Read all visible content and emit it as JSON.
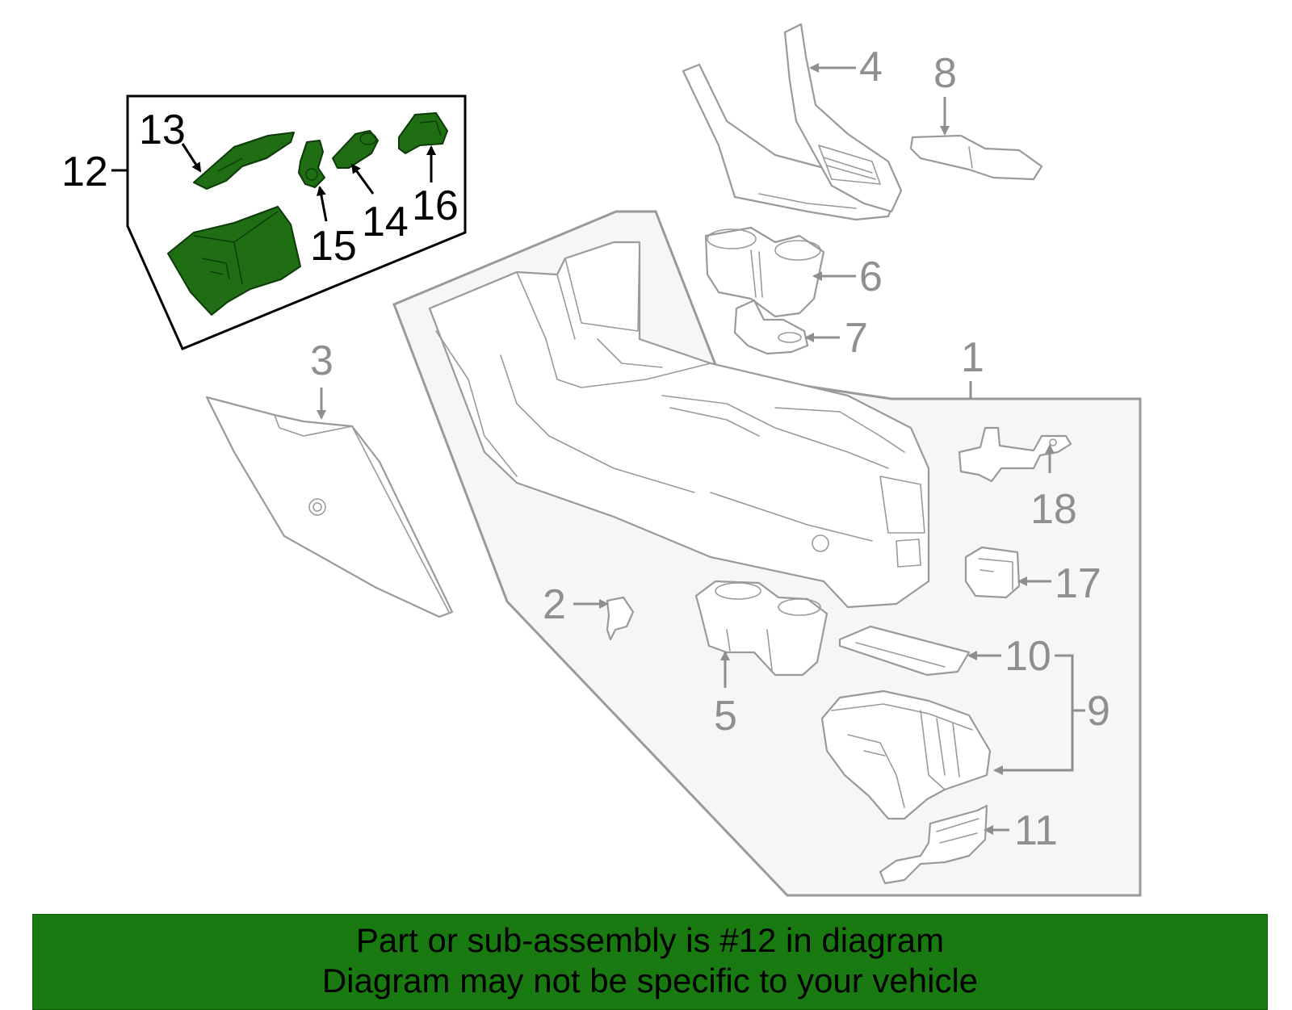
{
  "labels": {
    "p1": "1",
    "p2": "2",
    "p3": "3",
    "p4": "4",
    "p5": "5",
    "p6": "6",
    "p7": "7",
    "p8": "8",
    "p9": "9",
    "p10": "10",
    "p11": "11",
    "p12": "12",
    "p13": "13",
    "p14": "14",
    "p15": "15",
    "p16": "16",
    "p17": "17",
    "p18": "18"
  },
  "banner": {
    "line1": "Part or sub-assembly is #12 in diagram",
    "line2": "Diagram may not be specific to your vehicle"
  },
  "colors": {
    "highlight": "#1f6e14",
    "banner": "#1a7a12",
    "line": "#9a9a9a"
  }
}
